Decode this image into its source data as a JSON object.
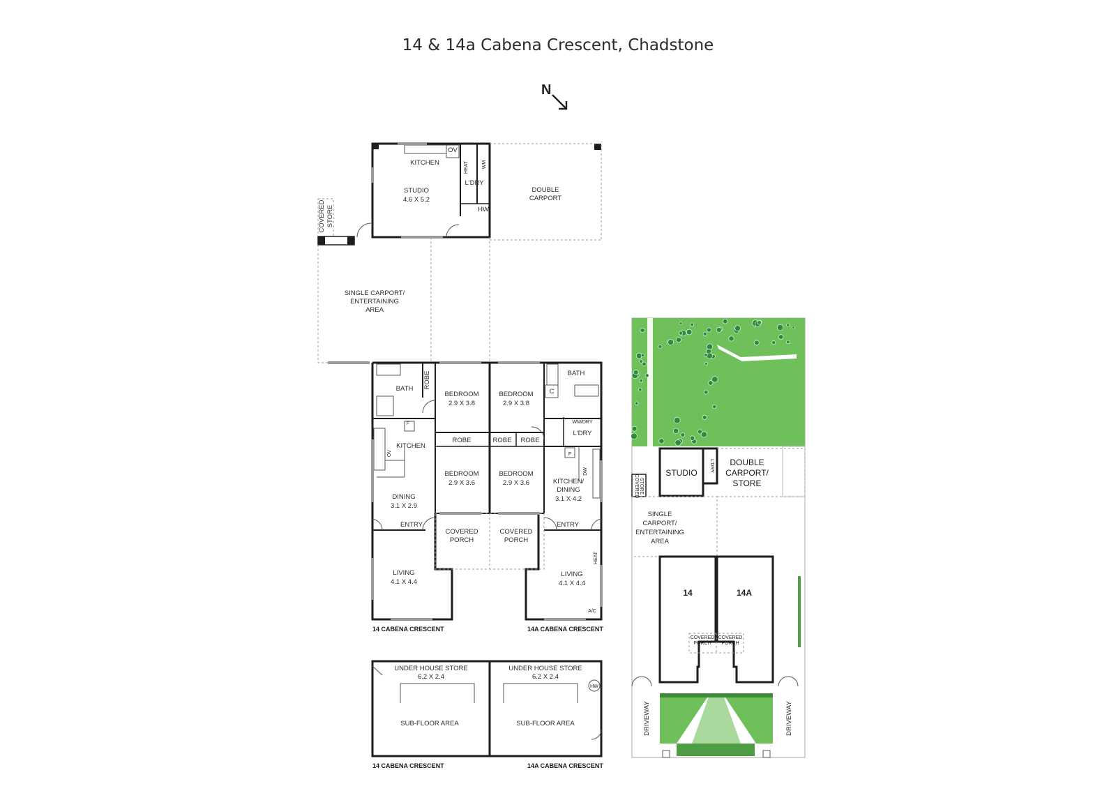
{
  "title": "14 & 14a Cabena Crescent, Chadstone",
  "compass": {
    "label": "N",
    "icon": "arrow-south-east-icon"
  },
  "colors": {
    "wall": "#1e1e1e",
    "lawn": "#6fbf5a",
    "tree": "#2e8b3d",
    "fence": "#999999"
  },
  "outbuilding": {
    "kitchen": "KITCHEN",
    "studio": "STUDIO",
    "studio_size": "4.6 X 5.2",
    "oven": "OV",
    "heat": "HEAT",
    "washing_machine": "WM",
    "laundry": "L'DRY",
    "hot_water": "HW",
    "double_carport": [
      "DOUBLE",
      "CARPORT"
    ],
    "covered_store": [
      "COVERED",
      "STORE"
    ],
    "single_carport": [
      "SINGLE CARPORT/",
      "ENTERTAINING",
      "AREA"
    ]
  },
  "unit14": {
    "bath": "BATH",
    "robe_vertical": "ROBE",
    "fridge": "F",
    "kitchen": "KITCHEN",
    "oven": "OV",
    "dining": "DINING",
    "dining_size": "3.1 X 2.9",
    "entry": "ENTRY",
    "living": "LIVING",
    "living_size": "4.1 X 4.4",
    "bedroom1": "BEDROOM",
    "bedroom1_size": "2.9 X 3.8",
    "robe1": "ROBE",
    "bedroom2": "BEDROOM",
    "bedroom2_size": "2.9 X 3.6",
    "porch": [
      "COVERED",
      "PORCH"
    ],
    "caption": "14 CABENA CRESCENT"
  },
  "unit14a": {
    "bedroom1": "BEDROOM",
    "bedroom1_size": "2.9 X 3.8",
    "bath": "BATH",
    "cupboard": "C",
    "wm_dry": "WM/DRY",
    "laundry": "L'DRY",
    "robe_a": "ROBE",
    "robe_b": "ROBE",
    "fridge": "F",
    "dishwasher": "DW",
    "bedroom2": "BEDROOM",
    "bedroom2_size": "2.9 X 3.6",
    "kitchen_dining": [
      "KITCHEN/",
      "DINING"
    ],
    "kitchen_dining_size": "3.1 X 4.2",
    "entry": "ENTRY",
    "porch": [
      "COVERED",
      "PORCH"
    ],
    "living": "LIVING",
    "living_size": "4.1 X 4.4",
    "heat": "HEAT",
    "ac": "A/C",
    "caption": "14A CABENA CRESCENT"
  },
  "subfloor": {
    "left_store": "UNDER HOUSE STORE",
    "left_store_size": "6.2 X 2.4",
    "right_store": "UNDER HOUSE STORE",
    "right_store_size": "6.2 X 2.4",
    "hot_water": "HW",
    "left_area": "SUB-FLOOR AREA",
    "right_area": "SUB-FLOOR AREA",
    "left_caption": "14 CABENA CRESCENT",
    "right_caption": "14A CABENA CRESCENT"
  },
  "siteplan": {
    "studio": "STUDIO",
    "laundry": "L'DRY",
    "double_carport": [
      "DOUBLE",
      "CARPORT/",
      "STORE"
    ],
    "covered_store": [
      "COVERED",
      "STORE"
    ],
    "single_carport": [
      "SINGLE",
      "CARPORT/",
      "ENTERTAINING",
      "AREA"
    ],
    "unit14": "14",
    "unit14a": "14A",
    "porch_left": [
      "COVERED",
      "PORCH"
    ],
    "porch_right": [
      "COVERED",
      "PORCH"
    ],
    "driveway_left": "DRIVEWAY",
    "driveway_right": "DRIVEWAY"
  }
}
